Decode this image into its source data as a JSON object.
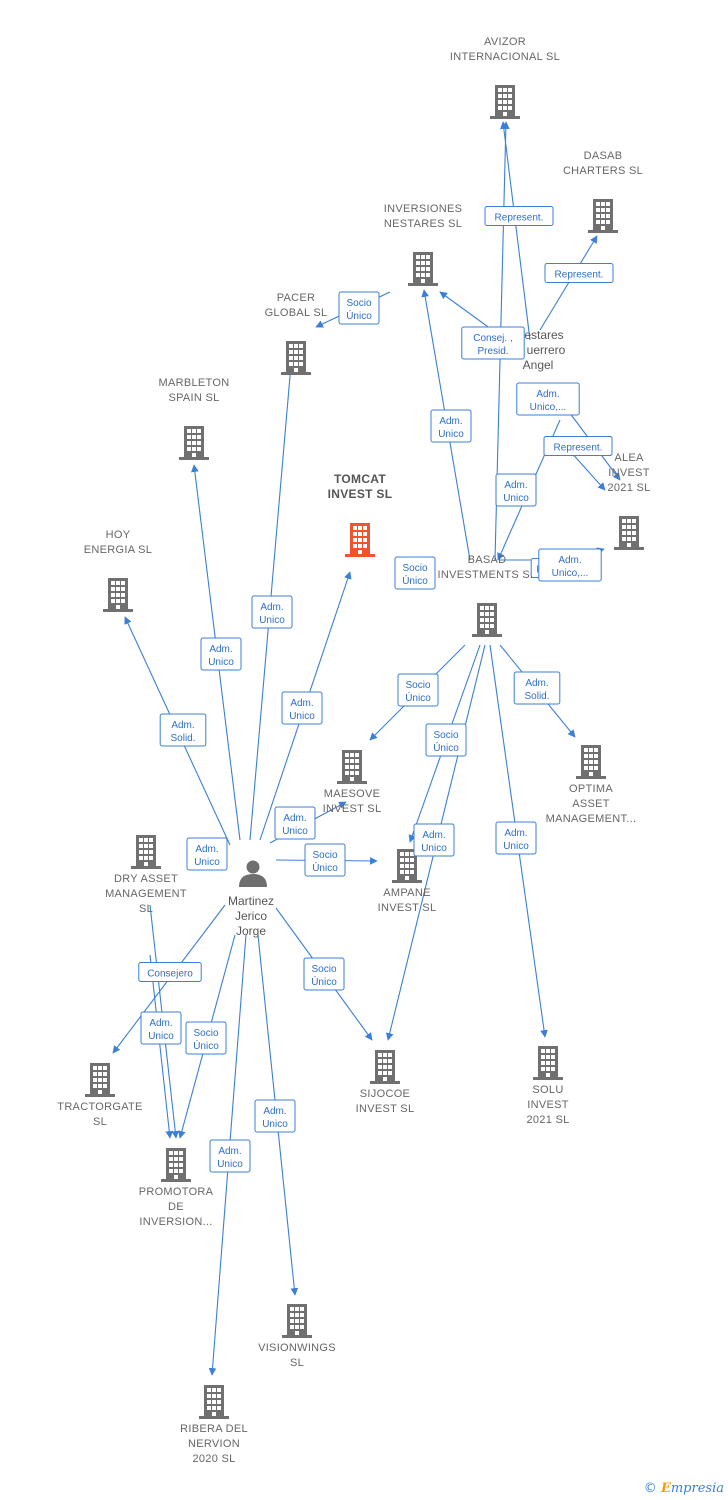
{
  "colors": {
    "edge": "#3b7fd6",
    "building": "#707070",
    "focus": "#f0542c",
    "label": "#666666"
  },
  "person": {
    "name": "Martinez\nJerico\nJorge",
    "icon": "person-icon"
  },
  "person2_partial": "estares\nuerrero\nAngel",
  "companies": [
    {
      "id": "avizor",
      "label": "AVIZOR\nINTERNACIONAL SL"
    },
    {
      "id": "dasab",
      "label": "DASAB\nCHARTERS SL"
    },
    {
      "id": "inversiones",
      "label": "INVERSIONES\nNESTARES SL"
    },
    {
      "id": "pacer",
      "label": "PACER\nGLOBAL SL"
    },
    {
      "id": "marbleton",
      "label": "MARBLETON\nSPAIN SL"
    },
    {
      "id": "tomcat",
      "label": "TOMCAT\nINVEST SL",
      "focus": true
    },
    {
      "id": "hoy",
      "label": "HOY\nENERGIA SL"
    },
    {
      "id": "alea",
      "label": "ALEA\nINVEST\n2021 SL"
    },
    {
      "id": "basad",
      "label": "BASAD\nINVESTMENTS SL"
    },
    {
      "id": "maesove",
      "label": "MAESOVE\nINVEST SL"
    },
    {
      "id": "optima",
      "label": "OPTIMA\nASSET\nMANAGEMENT..."
    },
    {
      "id": "dry",
      "label": "DRY ASSET\nMANAGEMENT\nSL"
    },
    {
      "id": "ampane",
      "label": "AMPANE\nINVEST SL"
    },
    {
      "id": "tractorgate",
      "label": "TRACTORGATE\nSL"
    },
    {
      "id": "sijocoe",
      "label": "SIJOCOE\nINVEST SL"
    },
    {
      "id": "solu",
      "label": "SOLU\nINVEST\n2021 SL"
    },
    {
      "id": "promotora",
      "label": "PROMOTORA\nDE\nINVERSION..."
    },
    {
      "id": "visionwings",
      "label": "VISIONWINGS\nSL"
    },
    {
      "id": "ribera",
      "label": "RIBERA DEL\nNERVION\n2020 SL"
    }
  ],
  "edges": [
    {
      "label": "Represent."
    },
    {
      "label": "Represent."
    },
    {
      "label": "Represent."
    },
    {
      "label": "Consej. ,\nPresid."
    },
    {
      "label": "Socio\nÚnico"
    },
    {
      "label": "Adm.\nUnico"
    },
    {
      "label": "Adm.\nUnico,..."
    },
    {
      "label": "Represent."
    },
    {
      "label": "Adm.\nUnico"
    },
    {
      "label": "Socio\nÚnico"
    },
    {
      "label": "R"
    },
    {
      "label": "Adm.\nUnico,..."
    },
    {
      "label": "Adm.\nUnico"
    },
    {
      "label": "Adm.\nUnico"
    },
    {
      "label": "Adm.\nSolid."
    },
    {
      "label": "Adm.\nUnico"
    },
    {
      "label": "Socio\nÚnico"
    },
    {
      "label": "Adm.\nSolid."
    },
    {
      "label": "Socio\nÚnico"
    },
    {
      "label": "Adm.\nUnico"
    },
    {
      "label": "Adm.\nUnico"
    },
    {
      "label": "Adm.\nUnico"
    },
    {
      "label": "Socio\nÚnico"
    },
    {
      "label": "Socio\nÚnico"
    },
    {
      "label": "Consejero"
    },
    {
      "label": "Adm.\nUnico"
    },
    {
      "label": "Socio\nÚnico"
    },
    {
      "label": "Adm.\nUnico"
    },
    {
      "label": "Adm.\nUnico"
    },
    {
      "label": "Adm.\nUnico"
    }
  ],
  "footer": {
    "copyright": "©",
    "brand_e": "E",
    "brand_rest": "mpresia"
  }
}
